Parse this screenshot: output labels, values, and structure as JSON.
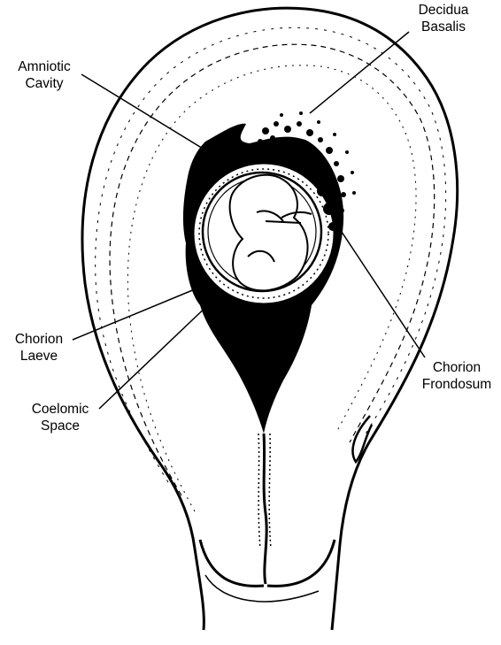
{
  "labels": {
    "decidua_basalis": {
      "line1": "Decidua",
      "line2": "Basalis"
    },
    "amniotic_cavity": {
      "line1": "Amniotic",
      "line2": "Cavity"
    },
    "chorion_laeve": {
      "line1": "Chorion",
      "line2": "Laeve"
    },
    "coelomic_space": {
      "line1": "Coelomic",
      "line2": "Space"
    },
    "chorion_frondosum": {
      "line1": "Chorion",
      "line2": "Frondosum"
    }
  },
  "colors": {
    "ink": "#000000",
    "paper": "#ffffff"
  }
}
